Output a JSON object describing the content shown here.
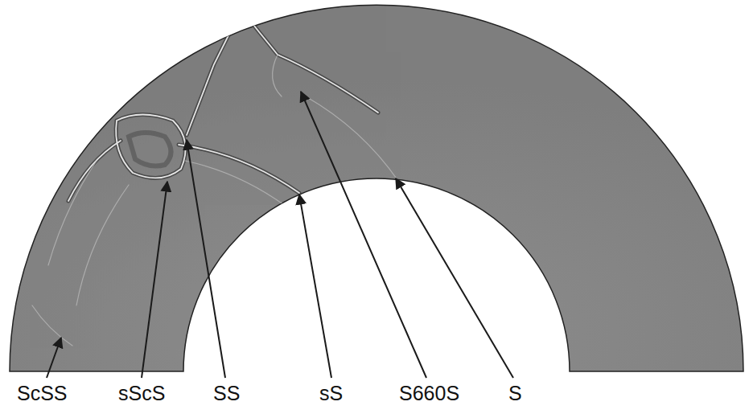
{
  "diagram": {
    "labels": [
      "ScSS",
      "sScS",
      "SS",
      "sS",
      "S660S",
      "S"
    ]
  }
}
